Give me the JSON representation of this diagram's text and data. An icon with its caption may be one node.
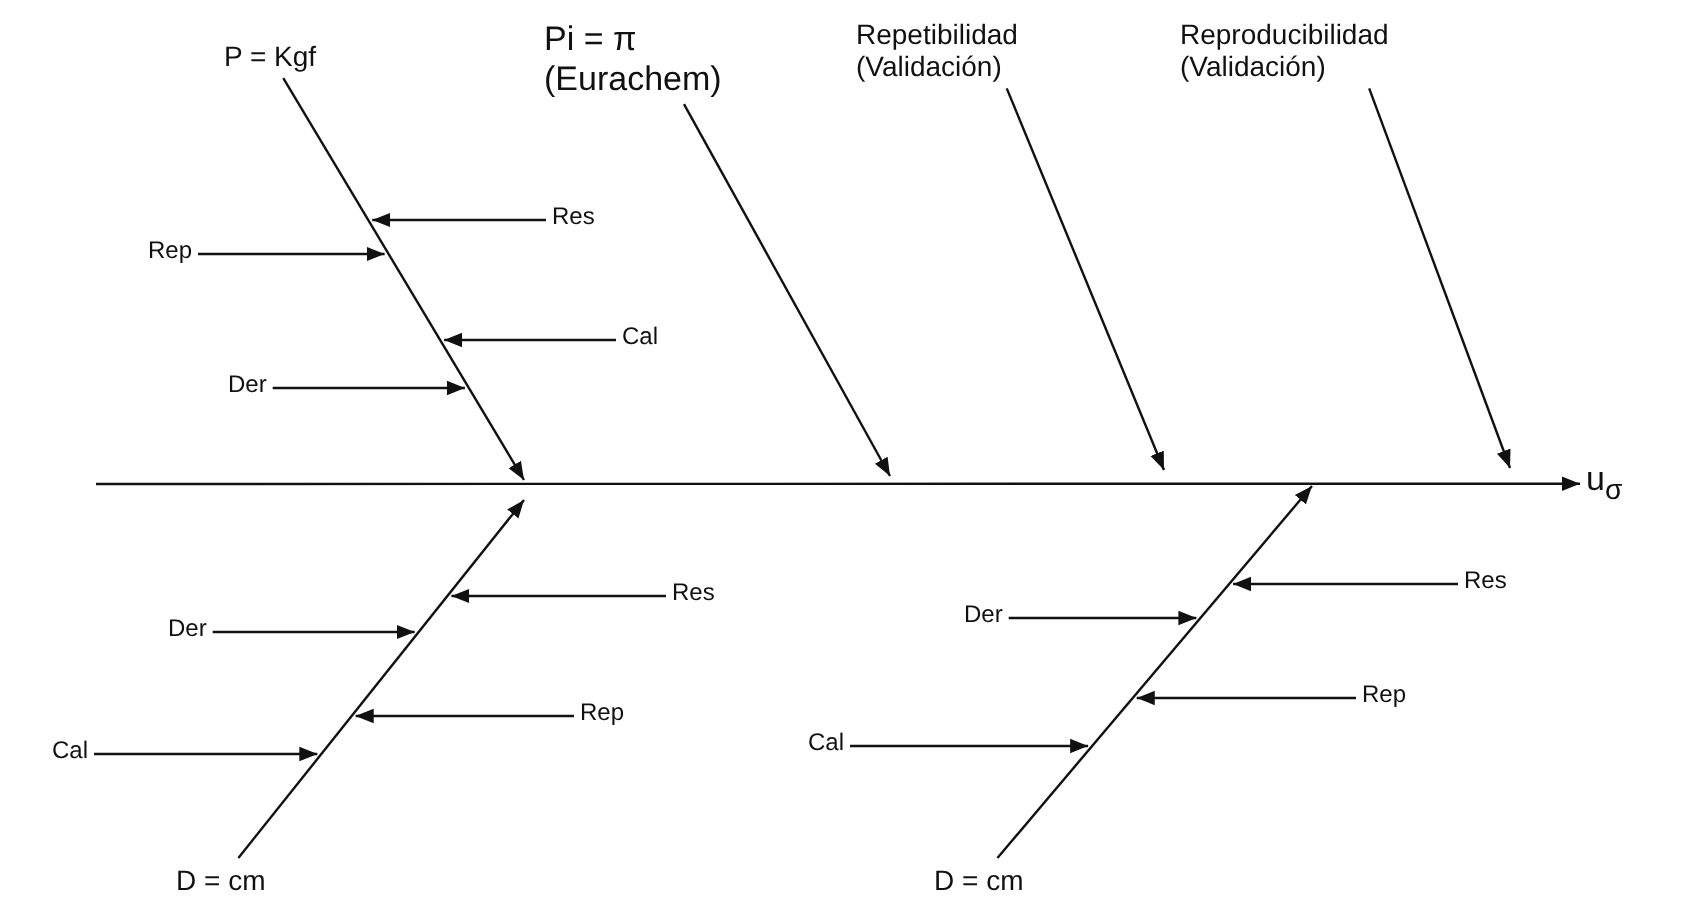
{
  "diagram": {
    "nodes": [
      {
        "text": [
          "P = Kgf"
        ]
      },
      {
        "text": [
          "Pi = π (Eurachem)"
        ]
      },
      {
        "text": [
          "Repetibilidad (Validación)"
        ]
      },
      {
        "text": [
          "Reproducibilidad (Validación)"
        ]
      },
      {
        "text": [
          "Res"
        ]
      },
      {
        "text": [
          "Rep"
        ]
      },
      {
        "text": [
          "Cal"
        ]
      },
      {
        "text": [
          "Der"
        ]
      },
      {
        "text": [
          "u$_{σ}$"
        ]
      },
      {
        "text": [
          "Res"
        ]
      },
      {
        "text": [
          "Der"
        ]
      },
      {
        "text": [
          "Rep"
        ]
      },
      {
        "text": [
          "Cal"
        ]
      },
      {
        "text": [
          "Der"
        ]
      },
      {
        "text": [
          "Res"
        ]
      },
      {
        "text": [
          "Rep"
        ]
      },
      {
        "text": [
          "Cal"
        ]
      },
      {
        "text": [
          "D = cm"
        ]
      },
      {
        "text": [
          "D = cm"
        ]
      }
    ],
    "edges": [
      {
        "from": 0,
        "to": null,
        "arrow": "to"
      },
      {
        "from": 1,
        "to": null,
        "arrow": "to"
      },
      {
        "from": 2,
        "to": null,
        "arrow": "to"
      },
      {
        "from": 3,
        "to": null,
        "arrow": "to"
      },
      {
        "from": 17,
        "to": null,
        "arrow": "to"
      },
      {
        "from": 18,
        "to": null,
        "arrow": "to"
      },
      {
        "from": null,
        "to": 8,
        "arrow": "to"
      },
      {
        "from": 4,
        "to": null,
        "arrow": "to"
      },
      {
        "from": 5,
        "to": null,
        "arrow": "to"
      },
      {
        "from": 6,
        "to": null,
        "arrow": "to"
      },
      {
        "from": 7,
        "to": null,
        "arrow": "to"
      },
      {
        "from": 9,
        "to": null,
        "arrow": "to"
      },
      {
        "from": 10,
        "to": null,
        "arrow": "to"
      },
      {
        "from": 11,
        "to": null,
        "arrow": "to"
      },
      {
        "from": 12,
        "to": null,
        "arrow": "to"
      },
      {
        "from": 13,
        "to": null,
        "arrow": "to"
      },
      {
        "from": 14,
        "to": null,
        "arrow": "to"
      },
      {
        "from": 15,
        "to": null,
        "arrow": "to"
      },
      {
        "from": 16,
        "to": null,
        "arrow": "to"
      }
    ]
  }
}
